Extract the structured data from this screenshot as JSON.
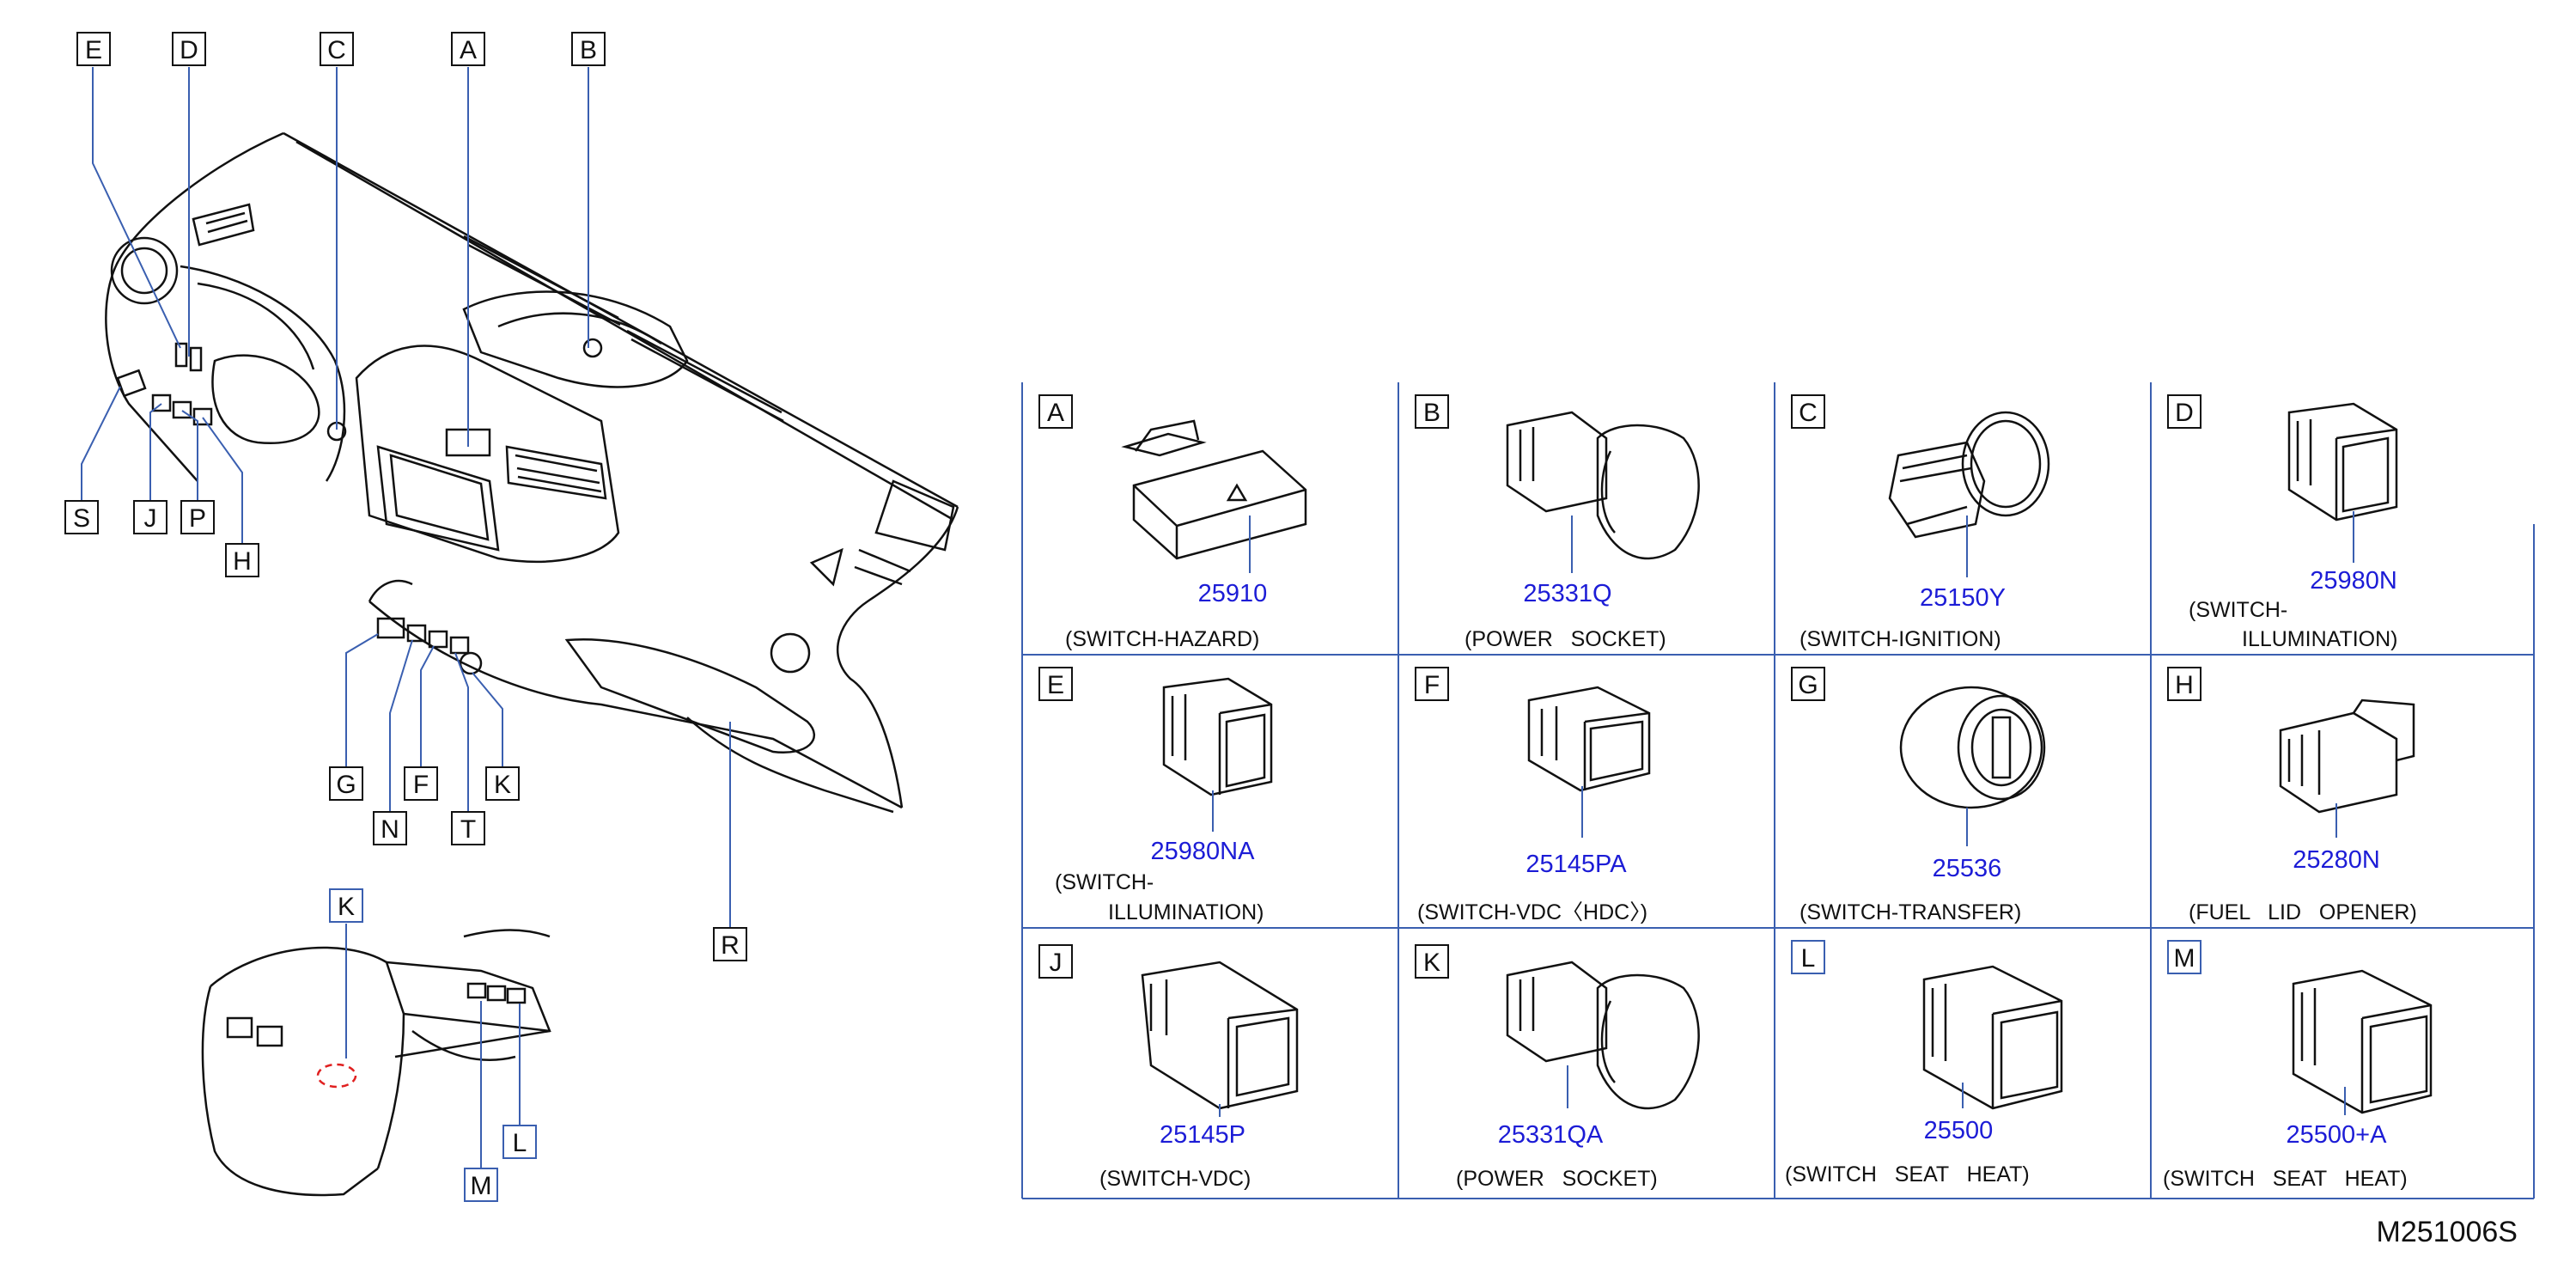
{
  "diagram_code": "M251006S",
  "callouts": {
    "A": "A",
    "B": "B",
    "C": "C",
    "D": "D",
    "E": "E",
    "F": "F",
    "G": "G",
    "H": "H",
    "J": "J",
    "K": "K",
    "N": "N",
    "P": "P",
    "R": "R",
    "S": "S",
    "T": "T",
    "K2": "K",
    "L": "L",
    "M": "M"
  },
  "parts": [
    {
      "letter": "A",
      "number": "25910",
      "desc1": "(SWITCH-HAZARD)",
      "desc2": ""
    },
    {
      "letter": "B",
      "number": "25331Q",
      "desc1": "(POWER   SOCKET)",
      "desc2": ""
    },
    {
      "letter": "C",
      "number": "25150Y",
      "desc1": "(SWITCH-IGNITION)",
      "desc2": ""
    },
    {
      "letter": "D",
      "number": "25980N",
      "desc1": "(SWITCH-",
      "desc2": "ILLUMINATION)"
    },
    {
      "letter": "E",
      "number": "25980NA",
      "desc1": "(SWITCH-",
      "desc2": "ILLUMINATION)"
    },
    {
      "letter": "F",
      "number": "25145PA",
      "desc1": "(SWITCH-VDC〈HDC〉)",
      "desc2": ""
    },
    {
      "letter": "G",
      "number": "25536",
      "desc1": "(SWITCH-TRANSFER)",
      "desc2": ""
    },
    {
      "letter": "H",
      "number": "25280N",
      "desc1": "(FUEL   LID   OPENER)",
      "desc2": ""
    },
    {
      "letter": "J",
      "number": "25145P",
      "desc1": "(SWITCH-VDC)",
      "desc2": ""
    },
    {
      "letter": "K",
      "number": "25331QA",
      "desc1": "(POWER   SOCKET)",
      "desc2": ""
    },
    {
      "letter": "L",
      "number": "25500",
      "desc1": "(SWITCH   SEAT   HEAT)",
      "desc2": ""
    },
    {
      "letter": "M",
      "number": "25500+A",
      "desc1": "(SWITCH   SEAT   HEAT)",
      "desc2": ""
    }
  ],
  "colors": {
    "grid_line": "#3a5fb0",
    "part_number": "#1c1cd6",
    "highlight_circle": "#e02020",
    "callout_box_blue": "#3a5fb0"
  }
}
